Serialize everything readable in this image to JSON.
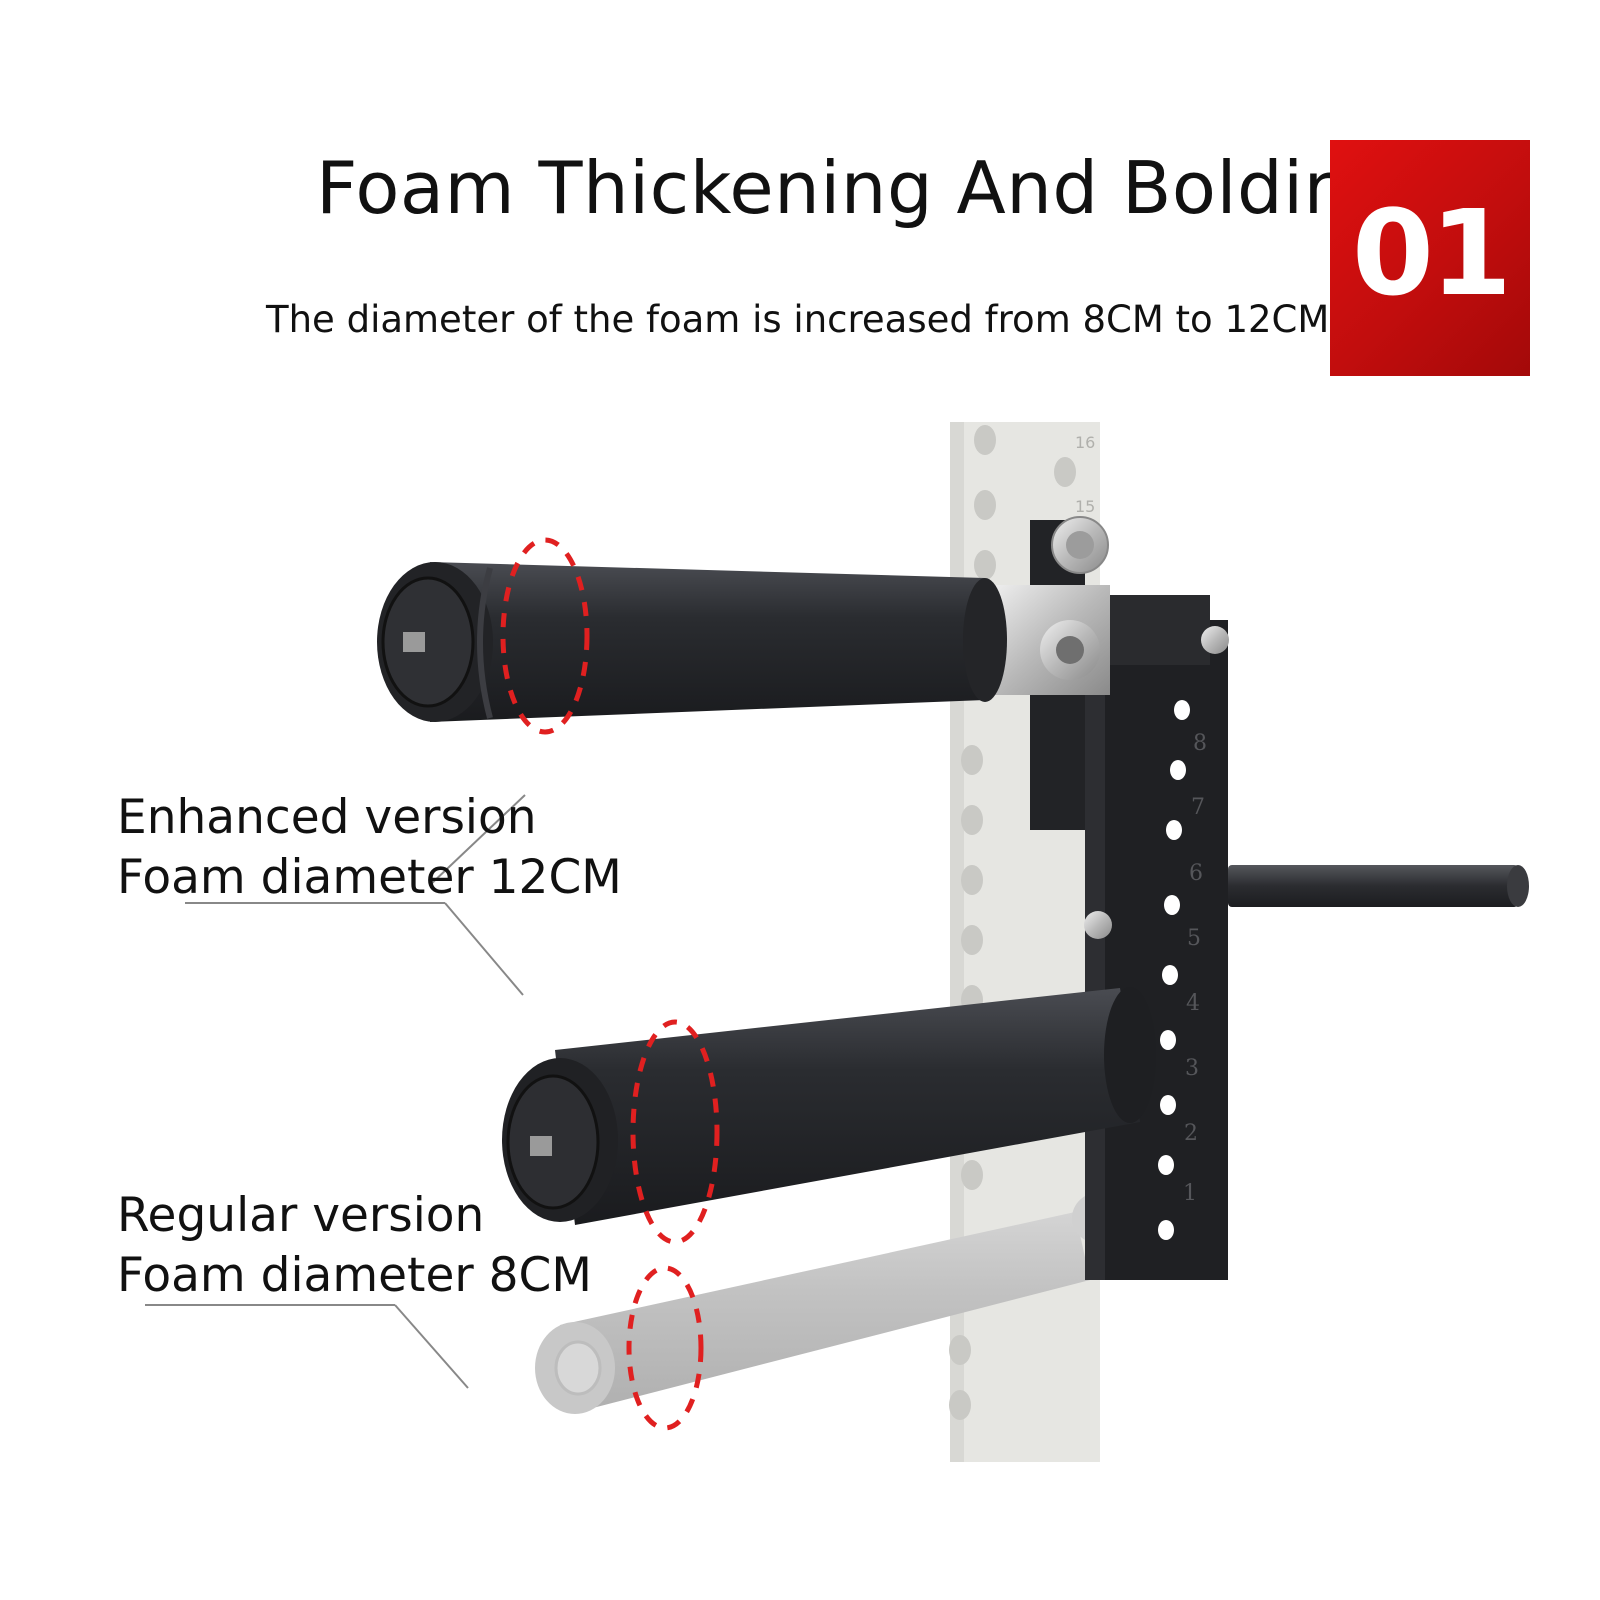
{
  "header": {
    "title": "Foam Thickening And Bolding",
    "subtitle": "The diameter of the foam is increased from 8CM to 12CM",
    "badge": "01",
    "badge_color": "#d01010"
  },
  "callouts": {
    "enhanced": {
      "line1": "Enhanced version",
      "line2": "Foam diameter 12CM"
    },
    "regular": {
      "line1": "Regular version",
      "line2": "Foam diameter 8CM"
    }
  },
  "upright": {
    "hole_numbers": [
      "16",
      "15"
    ]
  },
  "bracket": {
    "hole_numbers": [
      "8",
      "7",
      "6",
      "5",
      "4",
      "3",
      "2",
      "1"
    ]
  },
  "colors": {
    "foam": "#2a2c30",
    "upright": "#e6e6e2",
    "dashed_marker": "#e02020"
  }
}
